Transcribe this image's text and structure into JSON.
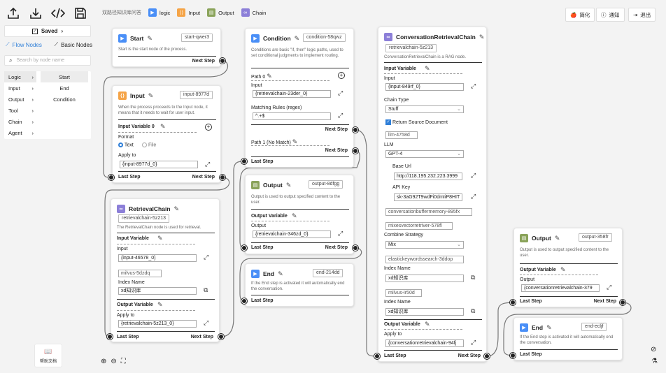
{
  "toolbar_icons": [
    "upload-icon",
    "download-icon",
    "code-icon",
    "save-icon"
  ],
  "saved_label": "Saved",
  "tabs": {
    "flow": "Flow Nodes",
    "basic": "Basic Nodes"
  },
  "search_placeholder": "Search by node name",
  "categories": [
    "Logic",
    "Input",
    "Output",
    "Tool",
    "Chain",
    "Agent"
  ],
  "logic_items": [
    "Start",
    "End",
    "Condition"
  ],
  "help_label": "帮助文档",
  "legend": {
    "title": "双路径知识库问答",
    "items": [
      "logic",
      "Input",
      "Output",
      "Chain"
    ],
    "colors": [
      "#4a8ff7",
      "#f5a447",
      "#8aa35a",
      "#8c7fd8"
    ]
  },
  "top_right": {
    "simplify": "简化",
    "notify": "通知",
    "logout": "退出"
  },
  "common": {
    "next_step": "Next Step",
    "last_step": "Last Step",
    "input": "Input",
    "input_variable": "Input Variable",
    "output_variable": "Output Variable",
    "apply_to": "Apply to",
    "output": "Output",
    "index_name": "Index Name"
  },
  "start": {
    "title": "Start",
    "id": "start-qwer3",
    "desc": "Start is the start node of the process."
  },
  "input_node": {
    "title": "Input",
    "id": "input-8977d",
    "desc": "When the process proceeds to the Input node, it means that it needs to wait for user input.",
    "var_label": "Input Variable 0",
    "format_label": "Format",
    "opt_text": "Text",
    "opt_file": "File",
    "apply_value": "{input-8977d_0}"
  },
  "retrieval": {
    "title": "RetrievalChain",
    "id": "retrievalchain-5z213",
    "desc": "The RetrievalChain node is used for retrieval.",
    "input_value": "{input-46578_0}",
    "sub_id": "milvus-5dzdq",
    "index_value": "xd知识库",
    "apply_value": "{retrievalchain-5z213_0}"
  },
  "condition": {
    "title": "Condition",
    "id": "condition-58qwz",
    "desc": "Conditions are basic \"if, then\" logic paths, used to set conditional judgments to implement routing.",
    "path0": "Path 0",
    "input_value": "{retrievalchain-23der_0}",
    "rules_label": "Matching Rules (regex)",
    "rules_value": "^.+$",
    "path1": "Path 1 (No Match)"
  },
  "output1": {
    "title": "Output",
    "id": "output-8dfgg",
    "desc": "Output is used to output specified content to the user.",
    "value": "{retrievalchain-346zd_0}"
  },
  "end1": {
    "title": "End",
    "id": "end-214dd",
    "desc": "If the End step is activated it will automatically end the conversation."
  },
  "crc": {
    "title": "ConversationRetrievalChain",
    "id": "retrievalchain-5z213",
    "desc": "ConversationRetrievalChain is a RAG node.",
    "input_value": "{input-849rf_0}",
    "chain_type_label": "Chain Type",
    "chain_type_value": "Stuff",
    "return_source": "Return Source Document",
    "llm_id": "llm-4758d",
    "llm_label": "LLM",
    "llm_value": "GPT-4",
    "base_url_label": "Base Url",
    "base_url_value": "http://118.195.232.223:3999",
    "api_key_label": "API Key",
    "api_key_value": "sk-3aG92T9wdFi0dmIiP8HIT",
    "memory_id": "conversationbuffermemory-895fx",
    "retriever_id": "mixesvectorretriver-578fl",
    "combine_label": "Combine Strategy",
    "combine_value": "Mix",
    "es_id": "elastickeywordssearch-3ddop",
    "index1_value": "xd知识库",
    "milvus_id": "milvus-ir50d",
    "index2_value": "xd知识库",
    "apply_value": "{conversationretrievalchain-94fj"
  },
  "output2": {
    "title": "Output",
    "id": "output-358fr",
    "desc": "Output is used to output specified content to the user.",
    "value": "{conversationretrievalchain-379"
  },
  "end2": {
    "title": "End",
    "id": "end-ecljf",
    "desc": "If the End step is activated it will automatically end the conversation."
  }
}
